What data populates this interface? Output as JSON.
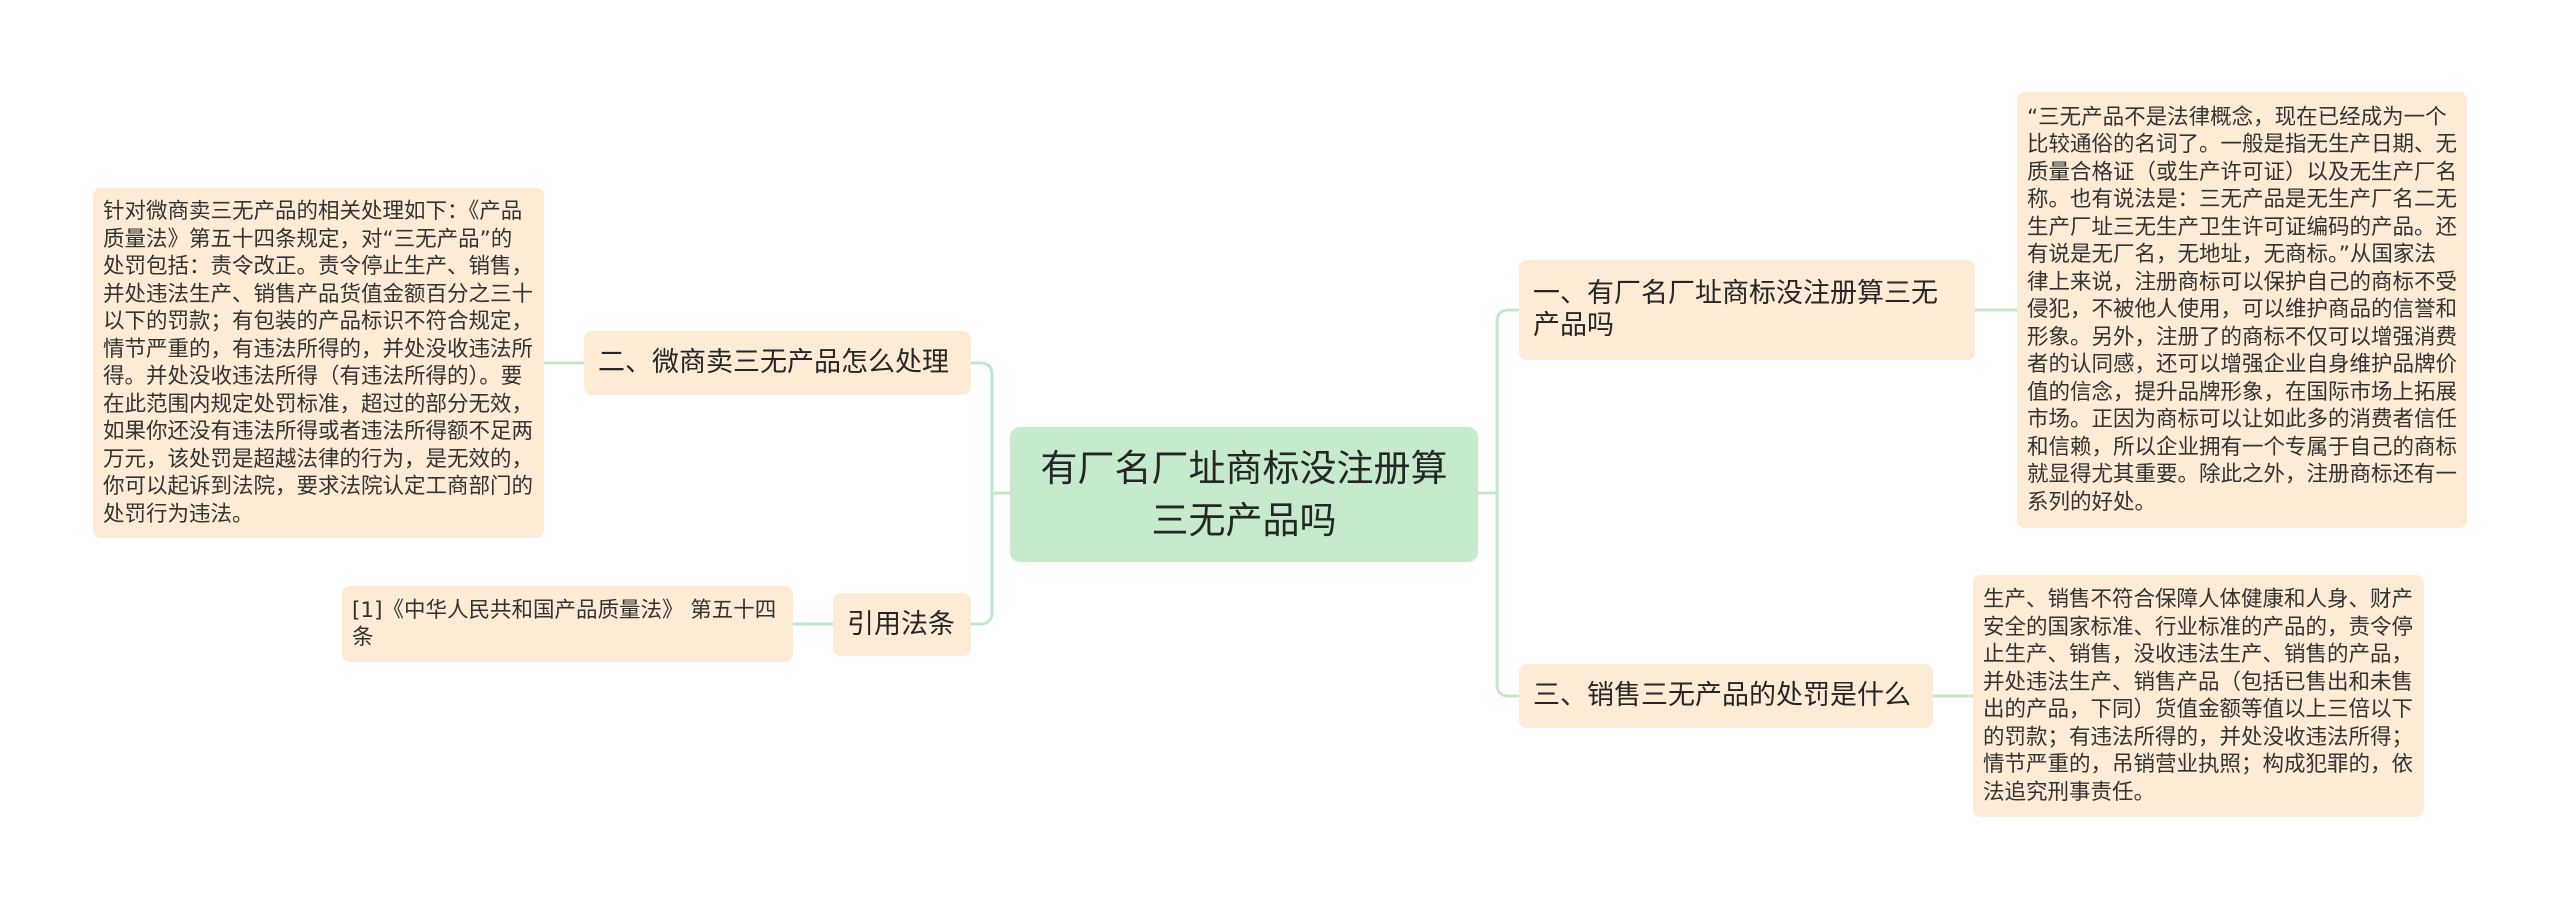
{
  "colors": {
    "background": "#ffffff",
    "root_fill": "#c5ebcc",
    "node_fill": "#fdebd6",
    "connector": "#c3e8c9",
    "topic_text": "#262626",
    "detail_text": "#333333"
  },
  "root": {
    "lines": [
      "有厂名厂址商标没注册算",
      "三无产品吗"
    ]
  },
  "right": [
    {
      "topic": {
        "lines": [
          "一、有厂名厂址商标没注册算三无",
          "产品吗"
        ]
      },
      "detail": {
        "lines": [
          "“三无产品不是法律概念，现在已经成为一个",
          "比较通俗的名词了。一般是指无生产日期、无",
          "质量合格证（或生产许可证）以及无生产厂名",
          "称。也有说法是：三无产品是无生产厂名二无",
          "生产厂址三无生产卫生许可证编码的产品。还",
          "有说是无厂名，无地址，无商标。”从国家法",
          "律上来说，注册商标可以保护自己的商标不受",
          "侵犯，不被他人使用，可以维护商品的信誉和",
          "形象。另外，注册了的商标不仅可以增强消费",
          "者的认同感，还可以增强企业自身维护品牌价",
          "值的信念，提升品牌形象，在国际市场上拓展",
          "市场。正因为商标可以让如此多的消费者信任",
          "和信赖，所以企业拥有一个专属于自己的商标",
          "就显得尤其重要。除此之外，注册商标还有一",
          "系列的好处。"
        ]
      }
    },
    {
      "topic": {
        "lines": [
          "三、销售三无产品的处罚是什么"
        ]
      },
      "detail": {
        "lines": [
          "生产、销售不符合保障人体健康和人身、财产",
          "安全的国家标准、行业标准的产品的，责令停",
          "止生产、销售，没收违法生产、销售的产品，",
          "并处违法生产、销售产品（包括已售出和未售",
          "出的产品，下同）货值金额等值以上三倍以下",
          "的罚款；有违法所得的，并处没收违法所得；",
          "情节严重的，吊销营业执照；构成犯罪的，依",
          "法追究刑事责任。"
        ]
      }
    }
  ],
  "left": [
    {
      "topic": {
        "lines": [
          "二、微商卖三无产品怎么处理"
        ]
      },
      "detail": {
        "lines": [
          "针对微商卖三无产品的相关处理如下：《产品",
          "质量法》第五十四条规定，对“三无产品”的",
          "处罚包括：责令改正。责令停止生产、销售，",
          "并处违法生产、销售产品货值金额百分之三十",
          "以下的罚款；有包装的产品标识不符合规定，",
          "情节严重的，有违法所得的，并处没收违法所",
          "得。并处没收违法所得（有违法所得的）。要",
          "在此范围内规定处罚标准，超过的部分无效，",
          "如果你还没有违法所得或者违法所得额不足两",
          "万元，该处罚是超越法律的行为，是无效的，",
          "你可以起诉到法院，要求法院认定工商部门的",
          "处罚行为违法。"
        ]
      }
    },
    {
      "topic": {
        "lines": [
          "引用法条"
        ]
      },
      "detail": {
        "lines": [
          "[1]《中华人民共和国产品质量法》 第五十四",
          "条"
        ]
      }
    }
  ]
}
